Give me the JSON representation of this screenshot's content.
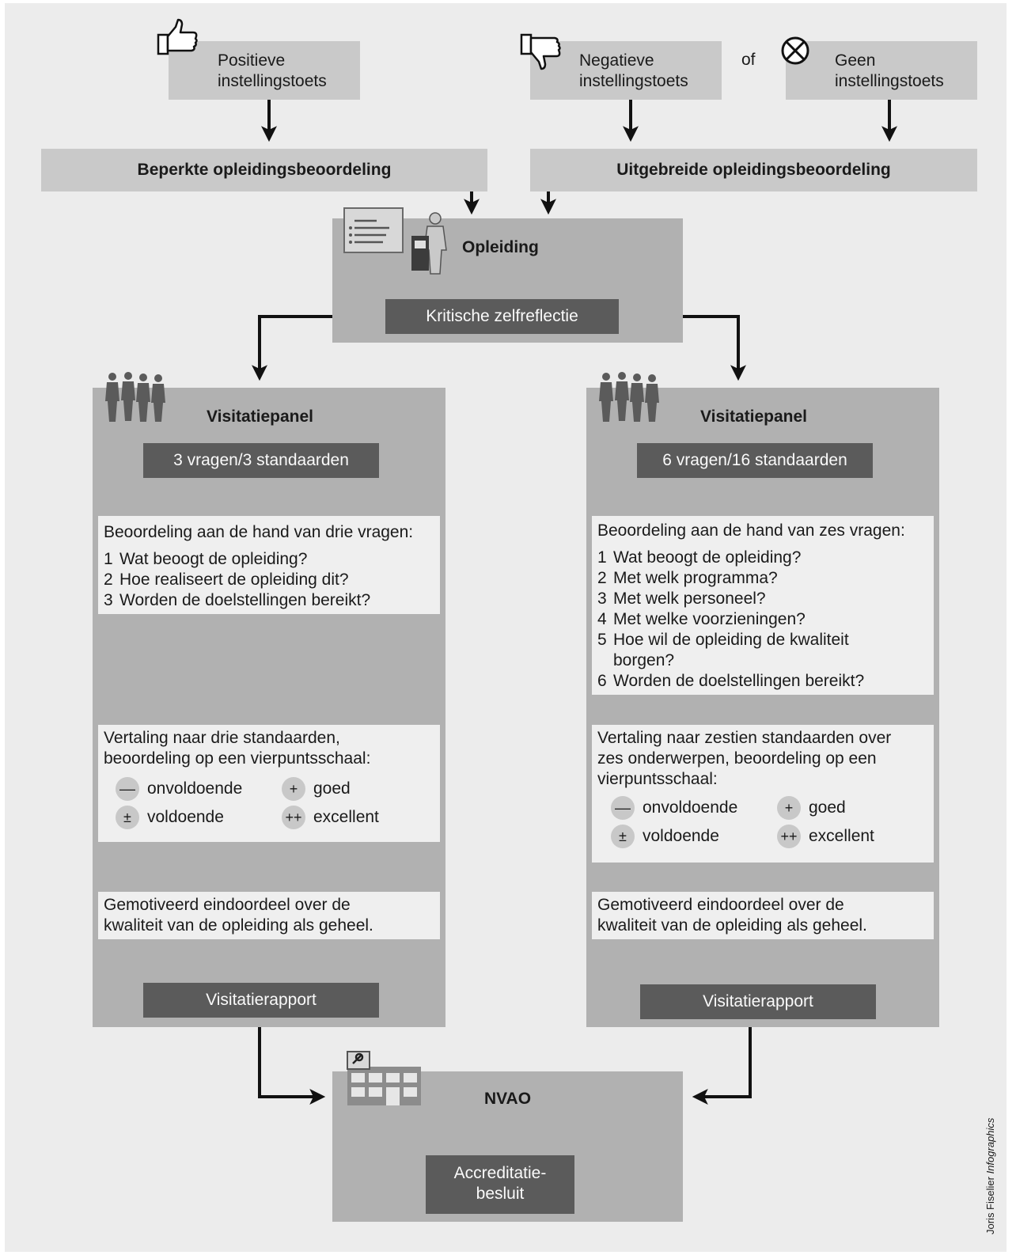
{
  "top": {
    "positive": "Positieve\ninstellingstoets",
    "negative": "Negatieve\ninstellingstoets",
    "of": "of",
    "none": "Geen\ninstellingstoets"
  },
  "assessments": {
    "limited": "Beperkte opleidingsbeoordeling",
    "extended": "Uitgebreide opleidingsbeoordeling"
  },
  "programme": {
    "title": "Opleiding",
    "selfreflection": "Kritische zelfreflectie"
  },
  "left": {
    "panel": "Visitatiepanel",
    "badge": "3 vragen/3 standaarden",
    "questions_intro": "Beoordeling aan de hand van drie vragen:",
    "questions": [
      {
        "n": "1",
        "text": "Wat beoogt de opleiding?"
      },
      {
        "n": "2",
        "text": "Hoe realiseert de opleiding dit?"
      },
      {
        "n": "3",
        "text": "Worden de doelstellingen bereikt?"
      }
    ],
    "translation": "Vertaling naar drie standaarden,\nbeoordeling op een vierpuntsschaal:",
    "verdict": "Gemotiveerd eindoordeel over de\nkwaliteit van de opleiding als geheel.",
    "report": "Visitatierapport"
  },
  "right": {
    "panel": "Visitatiepanel",
    "badge": "6 vragen/16 standaarden",
    "questions_intro": "Beoordeling aan de hand van zes vragen:",
    "questions": [
      {
        "n": "1",
        "text": "Wat beoogt de opleiding?"
      },
      {
        "n": "2",
        "text": "Met welk programma?"
      },
      {
        "n": "3",
        "text": "Met welk personeel?"
      },
      {
        "n": "4",
        "text": "Met welke voorzieningen?"
      },
      {
        "n": "5",
        "text": "Hoe wil de opleiding de kwaliteit\nborgen?"
      },
      {
        "n": "6",
        "text": "Worden de doelstellingen bereikt?"
      }
    ],
    "translation": "Vertaling naar zestien standaarden over\nzes onderwerpen, beoordeling op een\nvierpuntsschaal:",
    "verdict": "Gemotiveerd eindoordeel over de\nkwaliteit van de opleiding als geheel.",
    "report": "Visitatierapport"
  },
  "scale": {
    "unsat_sym": "––",
    "unsat": "onvoldoende",
    "good_sym": "+",
    "good": "goed",
    "sat_sym": "±",
    "sat": "voldoende",
    "exc_sym": "++",
    "exc": "excellent"
  },
  "nvao": {
    "title": "NVAO",
    "decision": "Accreditatie-\nbesluit"
  },
  "credit": {
    "author": "Joris Fiselier",
    "label": "Infographics"
  },
  "colors": {
    "background": "#ececec",
    "box_light": "#c9c9c9",
    "box_mid": "#b1b1b1",
    "box_dark": "#5b5b5b",
    "box_white": "#efefef",
    "arrow_black": "#111111",
    "arrow_grey": "#5e5e5e"
  },
  "icons": [
    "thumbs-up-icon",
    "thumbs-down-icon",
    "crossed-circle-icon",
    "document-list-icon",
    "person-with-book-icon",
    "people-group-icon",
    "building-icon"
  ]
}
